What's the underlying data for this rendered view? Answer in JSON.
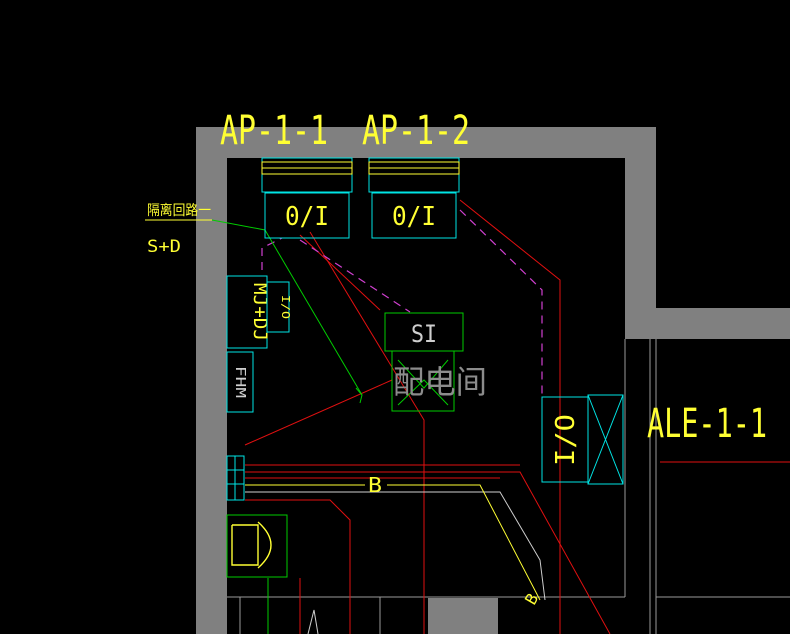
{
  "drawing": {
    "colors": {
      "background": "#000000",
      "wall": "#808080",
      "cyan": "#00e5e5",
      "yellow": "#ffff33",
      "green": "#00cc00",
      "red": "#e01010",
      "magenta": "#d040d0",
      "grey_text": "#8c8c8c",
      "white": "#cfcfcf"
    },
    "labels": {
      "panel_ap11": "AP-1-1",
      "panel_ap12": "AP-1-2",
      "panel_ale11": "ALE-1-1",
      "isolation_circuit": "隔离回路一",
      "sd": "S+D",
      "room_name": "配电间",
      "bus_b": "B",
      "bus_b_lower": "B"
    },
    "devices": {
      "io_box_1": "0/I",
      "io_box_2": "0/I",
      "si_box": "SI",
      "mj_dj": "MJ+DJ",
      "io_small": "I/O",
      "fhm": "FHM",
      "io_right": "I/O"
    }
  }
}
